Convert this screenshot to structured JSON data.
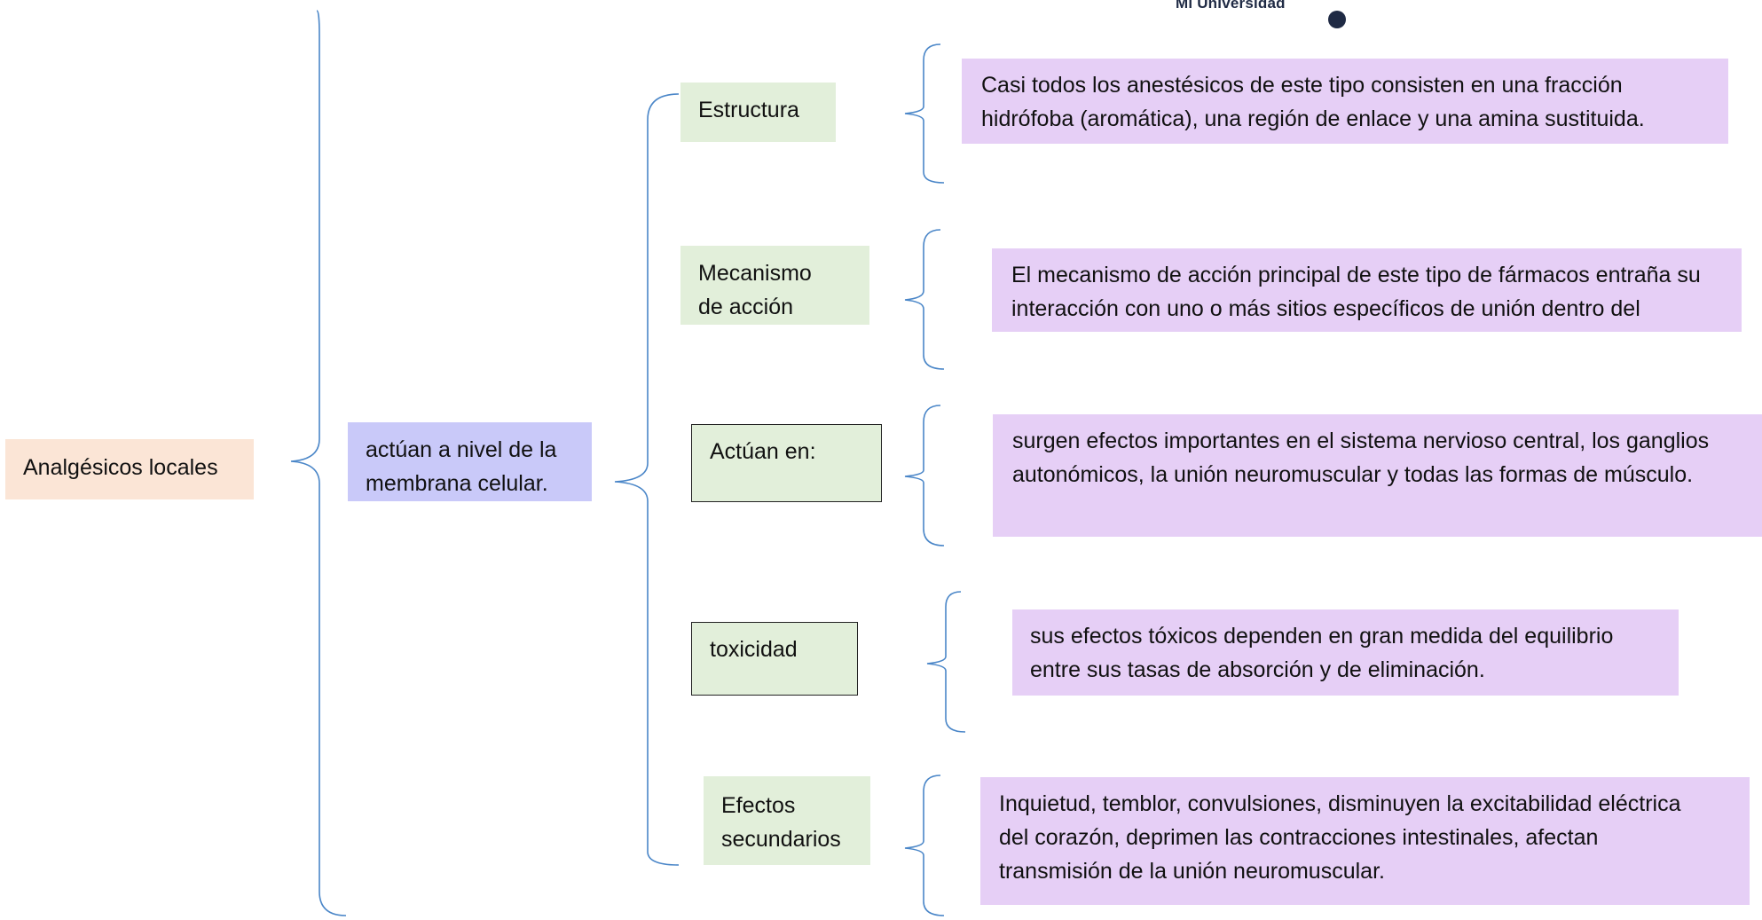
{
  "brand": {
    "text": "Mi Universidad"
  },
  "root": {
    "label": "Analgésicos locales"
  },
  "level1": {
    "label": "actúan a nivel de la membrana celular."
  },
  "branches": [
    {
      "label": "Estructura",
      "text": "Casi todos los anestésicos de este tipo consisten en una fracción hidrófoba (aromática), una región de enlace y una amina sustituida."
    },
    {
      "label": "Mecanismo de acción",
      "text": "El mecanismo de acción principal de este tipo de fármacos entraña su interacción con uno o más sitios específicos de unión dentro del"
    },
    {
      "label": "Actúan en:",
      "text": "surgen efectos importantes en el sistema nervioso central, los ganglios autonómicos, la unión neuromuscular y todas las formas de músculo."
    },
    {
      "label": "toxicidad",
      "text": "sus efectos tóxicos dependen en gran medida del equilibrio entre sus tasas de absorción y de eliminación."
    },
    {
      "label": "Efectos secundarios",
      "text": "Inquietud, temblor, convulsiones, disminuyen la excitabilidad eléctrica del corazón, deprimen las contracciones intestinales, afectan transmisión de la unión neuromuscular."
    }
  ],
  "colors": {
    "root_fill": "#fbe5d6",
    "level1_fill": "#c9c9f9",
    "branch_fill": "#e2efda",
    "detail_fill": "#e6cff6",
    "bracket_stroke": "#4a86c8",
    "brand": "#1f2a44"
  },
  "icons": {
    "brand_mark": "dot-icon"
  }
}
